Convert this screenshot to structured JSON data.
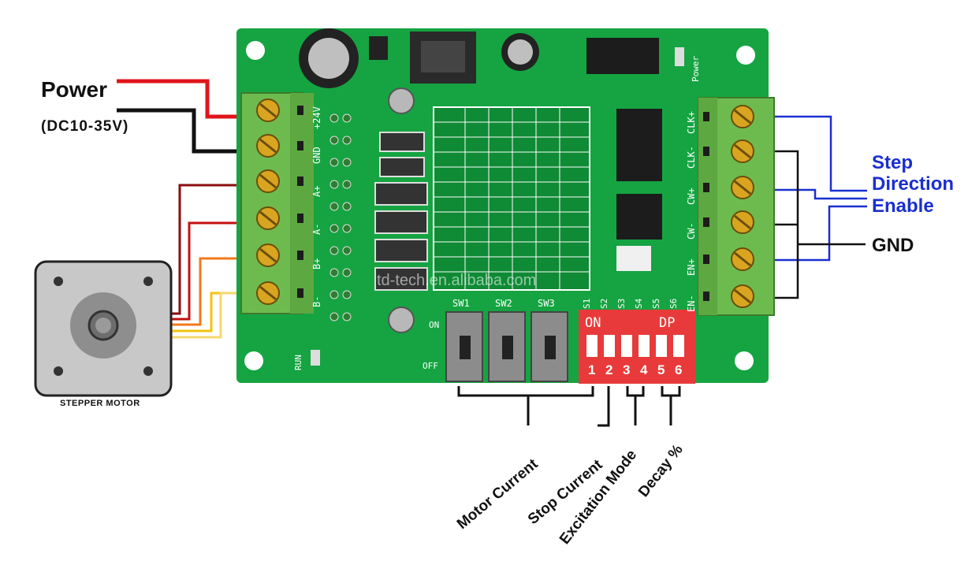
{
  "labels": {
    "power": "Power",
    "power_range": "(DC10-35V)",
    "step": "Step",
    "direction": "Direction",
    "enable": "Enable",
    "gnd": "GND",
    "motor_current": "Motor Current",
    "stop_current": "Stop Current",
    "excitation_mode": "Excitation Mode",
    "decay": "Decay %",
    "stepper_motor": "STEPPER MOTOR"
  },
  "board": {
    "left_terminals": [
      "+24V",
      "GND",
      "A+",
      "A-",
      "B+",
      "B-"
    ],
    "right_terminals": [
      "CLK+",
      "CLK-",
      "CW+",
      "CW-",
      "EN+",
      "EN-"
    ],
    "switches": [
      "SW1",
      "SW2",
      "SW3"
    ],
    "on_label": "ON",
    "off_label": "OFF",
    "dip_on": "ON",
    "dip_brand": "DP",
    "dip_numbers": [
      "1",
      "2",
      "3",
      "4",
      "5",
      "6"
    ],
    "s_labels": [
      "S1",
      "S2",
      "S3",
      "S4",
      "S5",
      "S6"
    ],
    "run_label": "RUN",
    "power_led_label": "Power",
    "watermark": "td-tech.en.alibaba.com"
  },
  "colors": {
    "pcb": "#15a441",
    "terminal": "#6dbb4f",
    "dip": "#e83a3a",
    "signal_blue": "#1a2fd0",
    "wire_red": "#e0151b",
    "wire_orange": "#f07a1a",
    "wire_yellow": "#f2c40f"
  }
}
